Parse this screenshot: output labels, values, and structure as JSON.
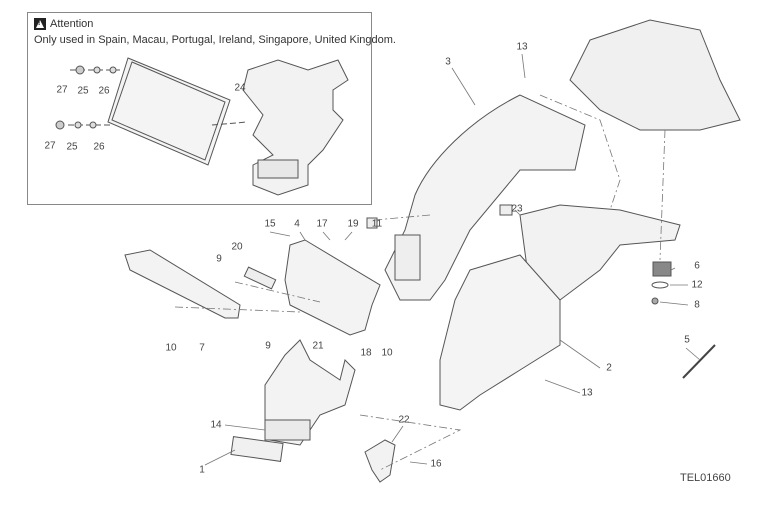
{
  "notice": {
    "icon": "warning-icon",
    "title": "Attention",
    "text": "Only used in Spain, Macau, Portugal, Ireland, Singapore, United Kingdom."
  },
  "inset_labels": [
    "27",
    "25",
    "26",
    "24",
    "27",
    "25",
    "26"
  ],
  "labels": [
    "13",
    "3",
    "15",
    "4",
    "17",
    "19",
    "11",
    "20",
    "9",
    "23",
    "6",
    "12",
    "8",
    "10",
    "7",
    "9",
    "21",
    "18",
    "10",
    "5",
    "2",
    "13",
    "14",
    "22",
    "1",
    "16"
  ],
  "drawing_code": "TEL01660"
}
